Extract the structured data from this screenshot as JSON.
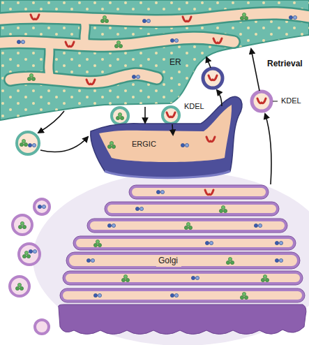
{
  "diagram": {
    "nodes": [
      {
        "text": [
          "ER"
        ]
      },
      {
        "text": [
          "ERGIC"
        ]
      },
      {
        "text": [
          "Golgi"
        ]
      }
    ],
    "labels": [
      "KDEL",
      "Retrieval",
      "KDEL"
    ]
  }
}
